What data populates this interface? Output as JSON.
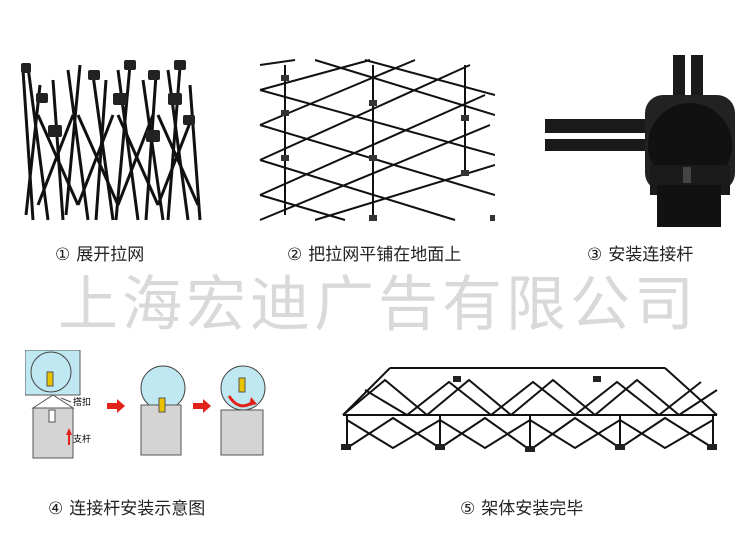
{
  "watermark": "上海宏迪广告有限公司",
  "steps": [
    {
      "num": "①",
      "text": "展开拉网"
    },
    {
      "num": "②",
      "text": "把拉网平铺在地面上"
    },
    {
      "num": "③",
      "text": "安装连接杆"
    },
    {
      "num": "④",
      "text": "连接杆安装示意图"
    },
    {
      "num": "⑤",
      "text": "架体安装完毕"
    }
  ],
  "diagram_labels": {
    "clip": "搭扣",
    "rod": "支杆"
  },
  "colors": {
    "frame": "#111111",
    "arrow": "#e2231a",
    "connector_fill": "#bfe8f2",
    "rod_fill": "#d4d4d4"
  }
}
